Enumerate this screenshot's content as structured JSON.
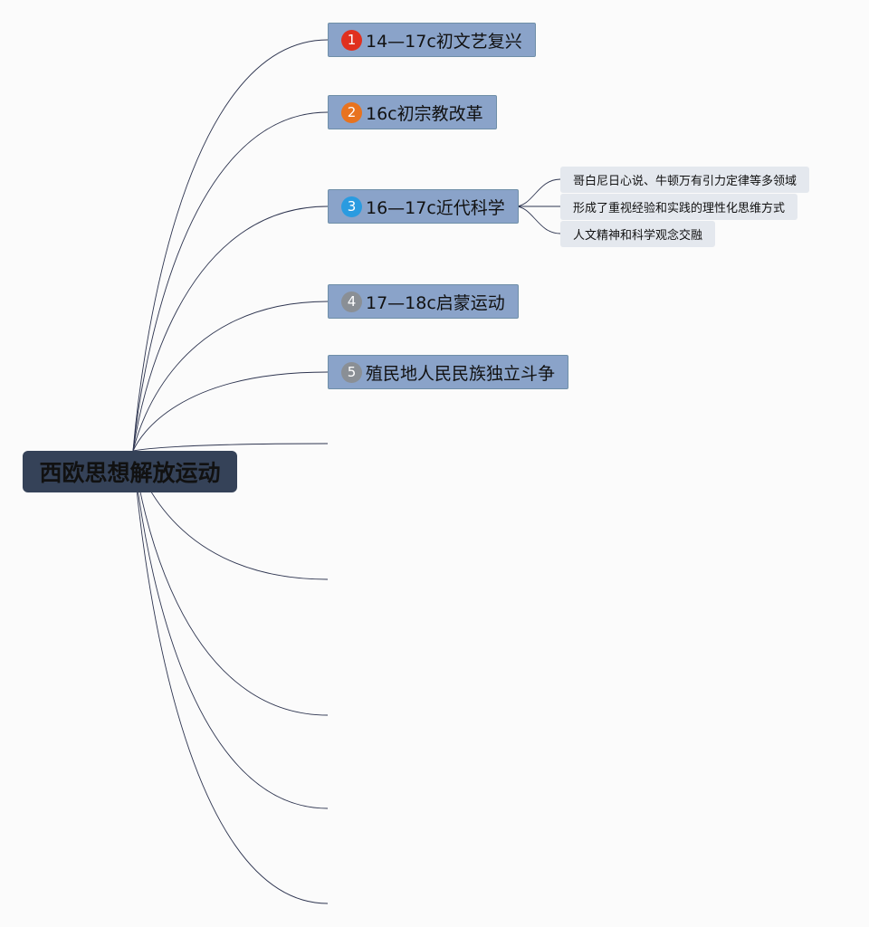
{
  "root": {
    "label": "西欧思想解放运动"
  },
  "topics": [
    {
      "number": "1",
      "label": "14—17c初文艺复兴",
      "badge_color": "#e0301e"
    },
    {
      "number": "2",
      "label": "16c初宗教改革",
      "badge_color": "#e8731f"
    },
    {
      "number": "3",
      "label": "16—17c近代科学",
      "badge_color": "#2a9be0"
    },
    {
      "number": "4",
      "label": "17—18c启蒙运动",
      "badge_color": "#8a8f95"
    },
    {
      "number": "5",
      "label": "殖民地人民民族独立斗争",
      "badge_color": "#8a8f95"
    }
  ],
  "subtopics": [
    {
      "label": "哥白尼日心说、牛顿万有引力定律等多领域"
    },
    {
      "label": "形成了重视经验和实践的理性化思维方式"
    },
    {
      "label": "人文精神和科学观念交融"
    }
  ],
  "colors": {
    "background": "#fbfbfb",
    "root_fill": "#354258",
    "topic_fill": "#8aa3c9",
    "subtopic_fill": "#e4e8ee",
    "edge": "#2e3550"
  }
}
